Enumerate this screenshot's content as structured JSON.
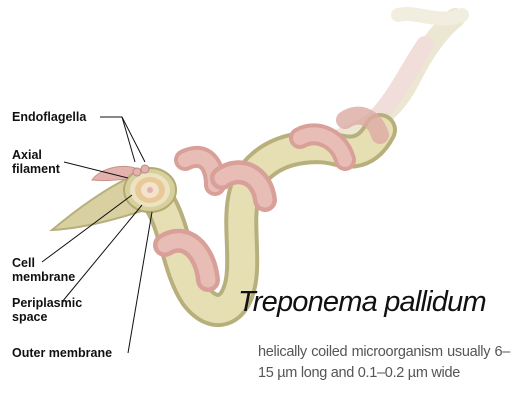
{
  "labels": {
    "endoflagella": "Endoflagella",
    "axial_filament_1": "Axial",
    "axial_filament_2": "filament",
    "cell_membrane_1": "Cell",
    "cell_membrane_2": "membrane",
    "periplasmic_space_1": "Periplasmic",
    "periplasmic_space_2": "space",
    "outer_membrane": "Outer membrane"
  },
  "title": "Treponema pallidum",
  "description": "helically coiled microorganism usually 6–15 µm long and 0.1–0.2 µm wide",
  "colors": {
    "outer_sheath": "#e2b7b0",
    "body": "#e6dfb4",
    "body_shadow": "#b8b07c",
    "cell_membrane": "#e9c99a",
    "axial_filament": "#e4b1b1",
    "label_text": "#111111",
    "description_text": "#555555"
  }
}
